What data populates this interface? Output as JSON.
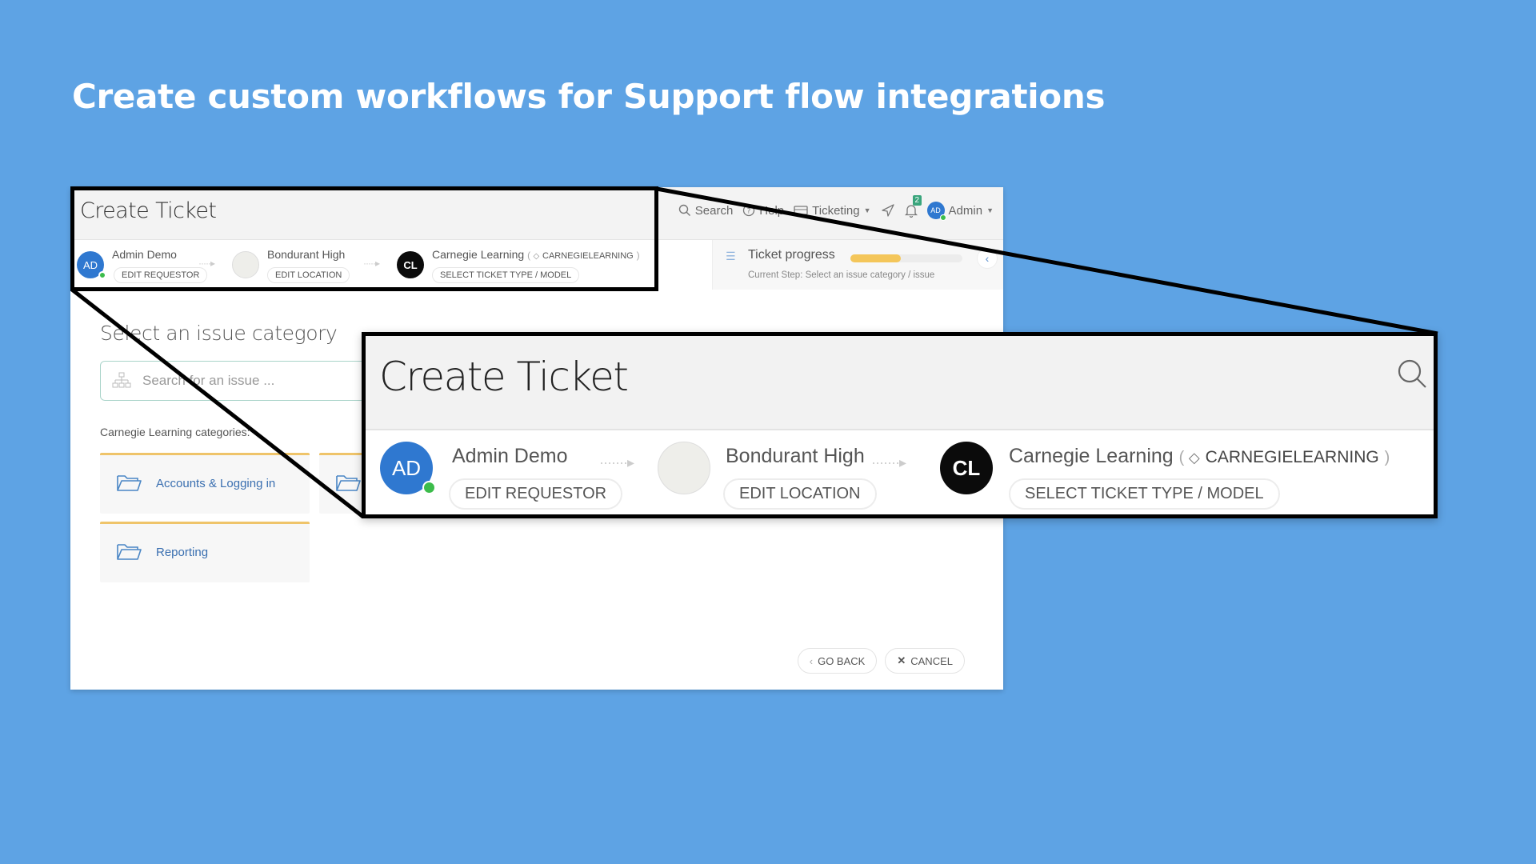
{
  "slide": {
    "headline": "Create custom workflows for Support flow integrations",
    "background_color": "#5ea3e4"
  },
  "app": {
    "title": "Create Ticket",
    "nav": {
      "search_label": "Search",
      "help_label": "Help",
      "ticketing_label": "Ticketing",
      "notifications_count": "2",
      "user_initials": "AD",
      "user_label": "Admin"
    },
    "breadcrumb": [
      {
        "name": "Admin Demo",
        "action": "EDIT REQUESTOR",
        "avatar": "AD"
      },
      {
        "name": "Bondurant High",
        "action": "EDIT LOCATION",
        "avatar": ""
      },
      {
        "name": "Carnegie Learning",
        "tag": "CARNEGIELEARNING",
        "action": "SELECT TICKET TYPE / MODEL",
        "avatar": "CL"
      }
    ],
    "progress": {
      "title": "Ticket progress",
      "current_step": "Current Step: Select an issue category / issue",
      "percent": 45,
      "fill_color": "#f4c65a"
    },
    "section_title": "Select an issue category",
    "search": {
      "placeholder": "Search for an issue ...",
      "value": ""
    },
    "categories_label": "Carnegie Learning categories:",
    "categories": [
      {
        "label": "Accounts & Logging in"
      },
      {
        "label": ""
      },
      {
        "label": "Reporting"
      }
    ],
    "buttons": {
      "go_back": "GO BACK",
      "cancel": "CANCEL"
    }
  },
  "zoom_callout": {
    "title": "Create Ticket",
    "breadcrumb": [
      {
        "name": "Admin Demo",
        "action": "EDIT REQUESTOR",
        "avatar": "AD"
      },
      {
        "name": "Bondurant High",
        "action": "EDIT LOCATION"
      },
      {
        "name": "Carnegie Learning",
        "tag": "CARNEGIELEARNING",
        "action": "SELECT TICKET TYPE / MODEL",
        "avatar": "CL"
      }
    ]
  }
}
